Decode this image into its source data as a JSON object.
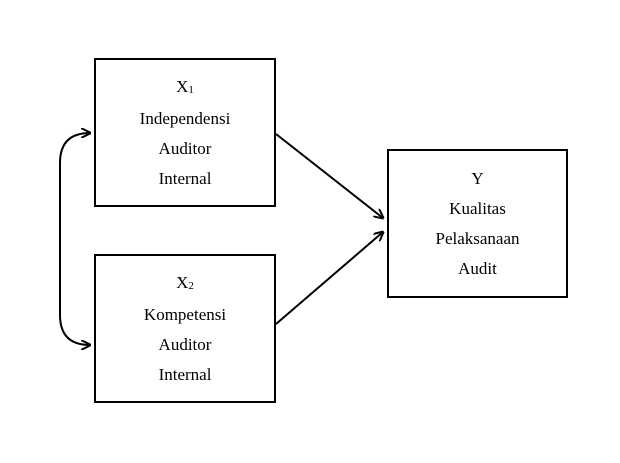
{
  "x1": {
    "var_letter": "X",
    "var_subscript": "1",
    "lines": [
      "Independensi",
      "Auditor",
      "Internal"
    ]
  },
  "x2": {
    "var_letter": "X",
    "var_subscript": "2",
    "lines": [
      "Kompetensi",
      "Auditor",
      "Internal"
    ]
  },
  "y": {
    "var_letter": "Y",
    "lines": [
      "Kualitas",
      "Pelaksanaan",
      "Audit"
    ]
  }
}
